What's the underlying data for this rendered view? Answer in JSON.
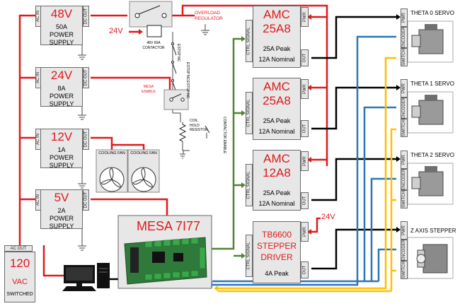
{
  "power_supplies": [
    {
      "voltage": "48V",
      "line1": "50A",
      "line2": "POWER",
      "line3": "SUPPLY"
    },
    {
      "voltage": "24V",
      "line1": "8A",
      "line2": "POWER",
      "line3": "SUPPLY"
    },
    {
      "voltage": "12V",
      "line1": "1A",
      "line2": "POWER",
      "line3": "SUPPLY"
    },
    {
      "voltage": "5V",
      "line1": "2A",
      "line2": "POWER",
      "line3": "SUPPLY"
    }
  ],
  "ports": {
    "ac_in": "AC IN",
    "dc_out": "DC OUT",
    "ac_out": "AC OUT",
    "pwr": "PWR",
    "out": "OUT",
    "ctrl": "CTRL SIGNAL",
    "encoder": "ENCODER",
    "switch": "SWITCH"
  },
  "source": {
    "voltage": "120",
    "unit": "VAC",
    "note": "SWITCHED"
  },
  "contactor": {
    "label": "48V 60A CONTACTOR",
    "input": "24V"
  },
  "overload": "OVERLOAD REGULATOR",
  "estops": [
    "ESTOP NC",
    "ESTOP NC",
    "ESTOP NC"
  ],
  "mesa_enable": "MESA ENABLE",
  "coil_hold": "COIL HOLD RESISTOR",
  "contactor_enable": "CONTACTOR ENABLE",
  "fans": [
    "COOLING FAN",
    "COOLING FAN"
  ],
  "mesa": {
    "title": "MESA 7I77"
  },
  "drivers": [
    {
      "l1": "AMC",
      "l2": "25A8",
      "l3": "25A Peak",
      "l4": "12A Nominal"
    },
    {
      "l1": "AMC",
      "l2": "25A8",
      "l3": "25A Peak",
      "l4": "12A Nominal"
    },
    {
      "l1": "AMC",
      "l2": "12A8",
      "l3": "25A Peak",
      "l4": "12A Nominal"
    },
    {
      "l1": "TB6600",
      "l2": "STEPPER",
      "l3": "DRIVER",
      "l4": "4A Peak"
    }
  ],
  "stepper_input": "24V",
  "motors": [
    "THETA 0 SERVO",
    "THETA 1 SERVO",
    "THETA 2 SERVO",
    "Z AXIS STEPPER"
  ],
  "colors": {
    "power": "#e0191a",
    "signal": "#548235",
    "encoder": "#2e75b6",
    "switch": "#ffc000",
    "motor": "#000000"
  }
}
